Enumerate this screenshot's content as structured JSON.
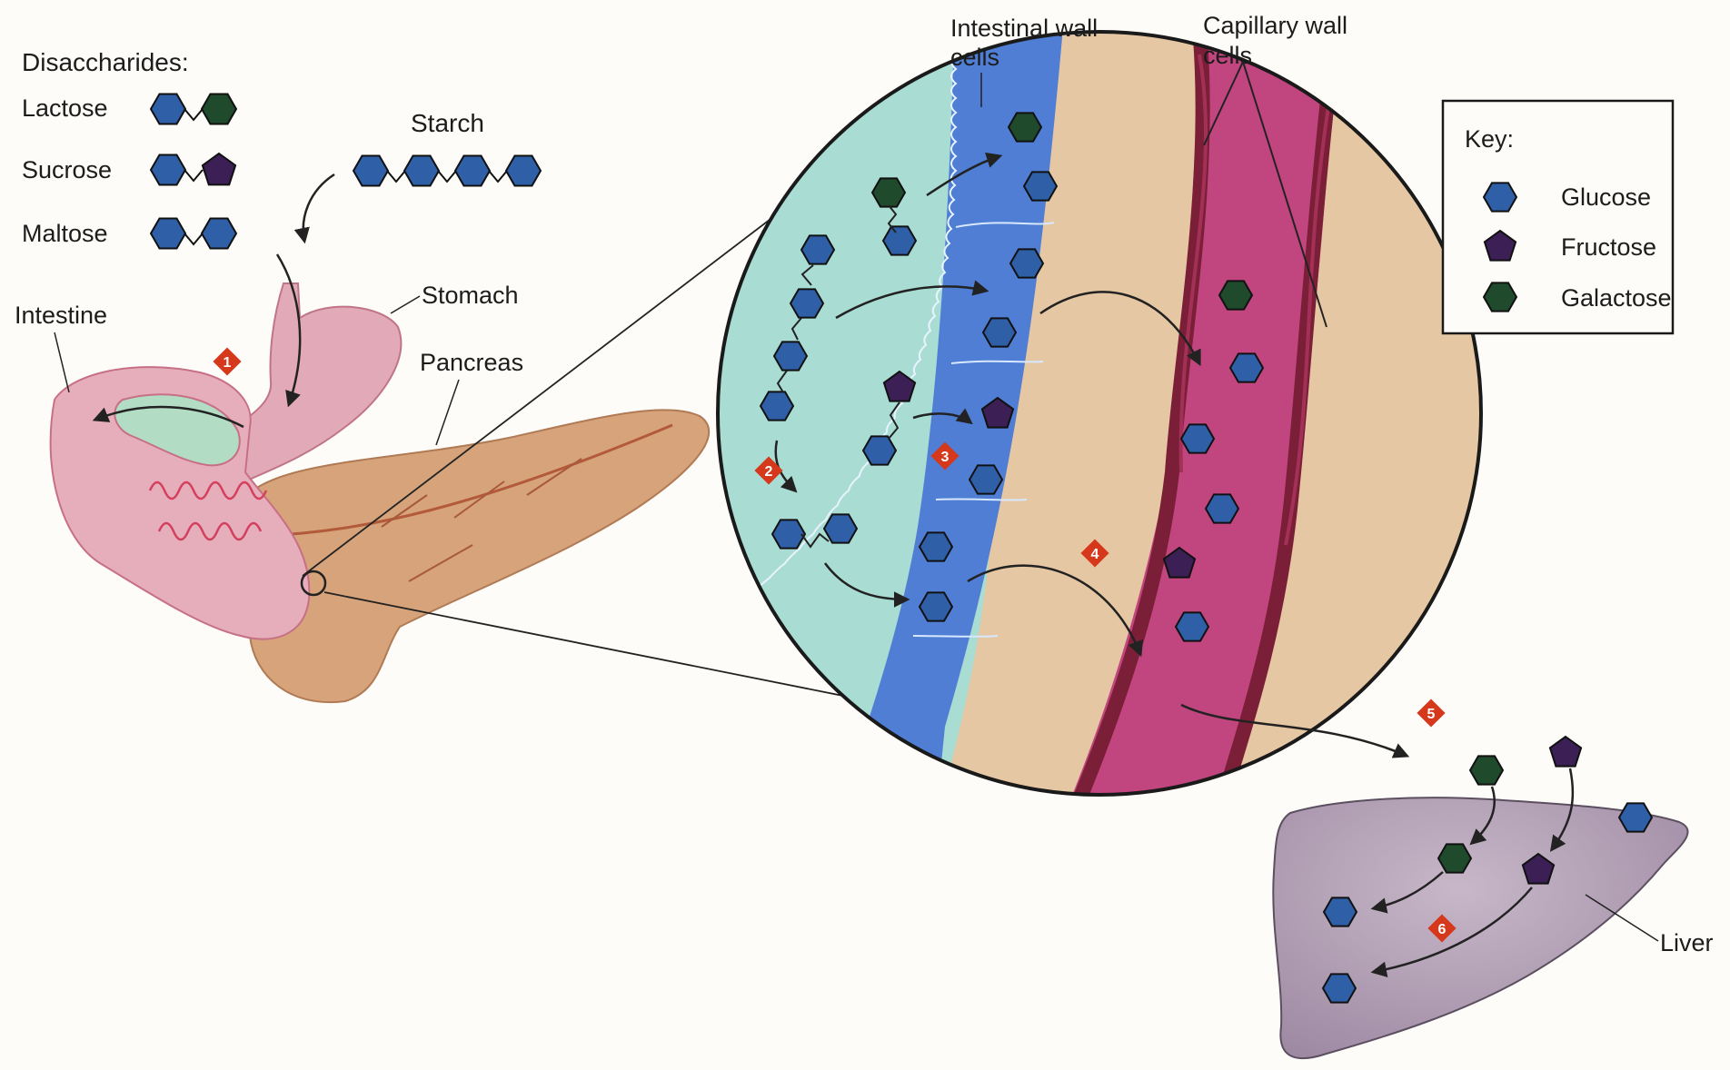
{
  "disaccharides": {
    "heading": "Disaccharides:",
    "items": [
      {
        "label": "Lactose",
        "units": [
          "glucose",
          "galactose"
        ]
      },
      {
        "label": "Sucrose",
        "units": [
          "glucose",
          "fructose"
        ]
      },
      {
        "label": "Maltose",
        "units": [
          "glucose",
          "glucose"
        ]
      }
    ]
  },
  "starch": {
    "label": "Starch",
    "units": [
      "glucose",
      "glucose",
      "glucose",
      "glucose"
    ]
  },
  "organs": {
    "intestine": "Intestine",
    "stomach": "Stomach",
    "pancreas": "Pancreas",
    "liver": "Liver"
  },
  "zoom": {
    "intestinal_wall": [
      "Intestinal wall",
      "cells"
    ],
    "capillary_wall": [
      "Capillary wall",
      "cells"
    ]
  },
  "key": {
    "title": "Key:",
    "items": [
      {
        "label": "Glucose",
        "sugar": "glucose"
      },
      {
        "label": "Fructose",
        "sugar": "fructose"
      },
      {
        "label": "Galactose",
        "sugar": "galactose"
      }
    ]
  },
  "steps": [
    "1",
    "2",
    "3",
    "4",
    "5",
    "6"
  ],
  "colors": {
    "glucose": "#2f5fa6",
    "fructose": "#3b1f55",
    "galactose": "#1f4a2c",
    "step_marker": "#d5381a",
    "lumen": "#a9ddd3",
    "intestinal_cells": "#4f7ed4",
    "tissue": "#e9c8a4",
    "capillary": "#c1457f",
    "capillary_wall": "#7a1f37",
    "stomach": "#e1a7b5",
    "pancreas": "#d49a6e",
    "liver": "#ab97ae"
  }
}
